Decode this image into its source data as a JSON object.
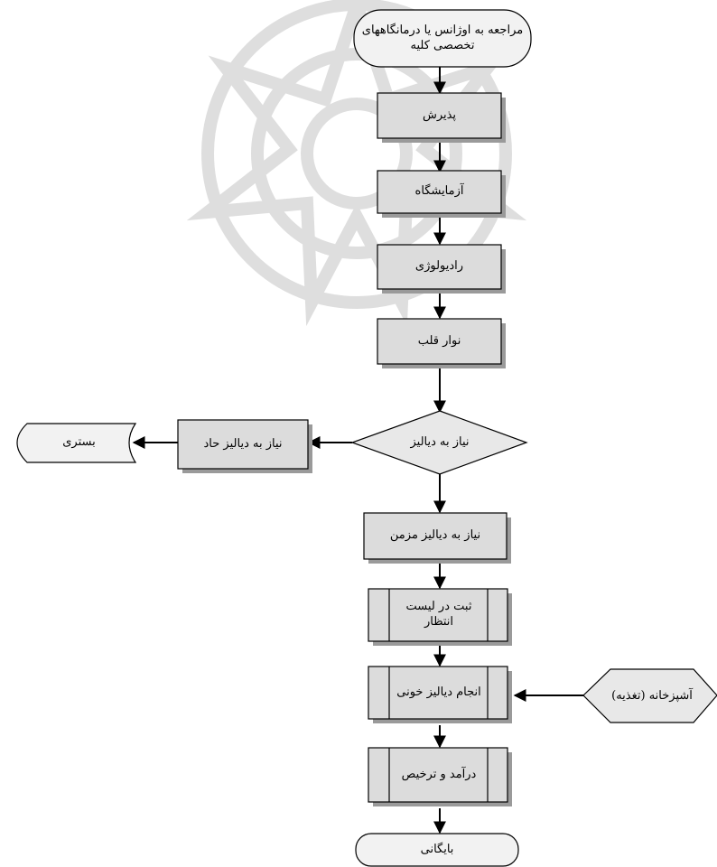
{
  "diagram": {
    "nodes": {
      "start": "مراجعه به اوژانس یا درمانگاههای تخصصی کلیه",
      "admission": "پذیرش",
      "laboratory": "آزمایشگاه",
      "radiology": "رادیولوژی",
      "ecg": "نوار قلب",
      "decision": "نیاز به دیالیز",
      "acute": "نیاز به دیالیز حاد",
      "inpatient": "بستری",
      "chronic": "نیاز به دیالیز مزمن",
      "waitlist": "ثبت در لیست انتظار",
      "hemodialysis": "انجام دیالیز خونی",
      "kitchen": "آشپزخانه (تغذیه)",
      "discharge": "درآمد و ترخیص",
      "archive": "بایگانی"
    }
  },
  "colors": {
    "box_fill": "#dcdcdc",
    "decision_fill": "#e8e8e8",
    "terminal_fill": "#f2f2f2",
    "stroke": "#000000",
    "shadow": "#9a9a9a",
    "watermark": "#d9d9d9"
  }
}
